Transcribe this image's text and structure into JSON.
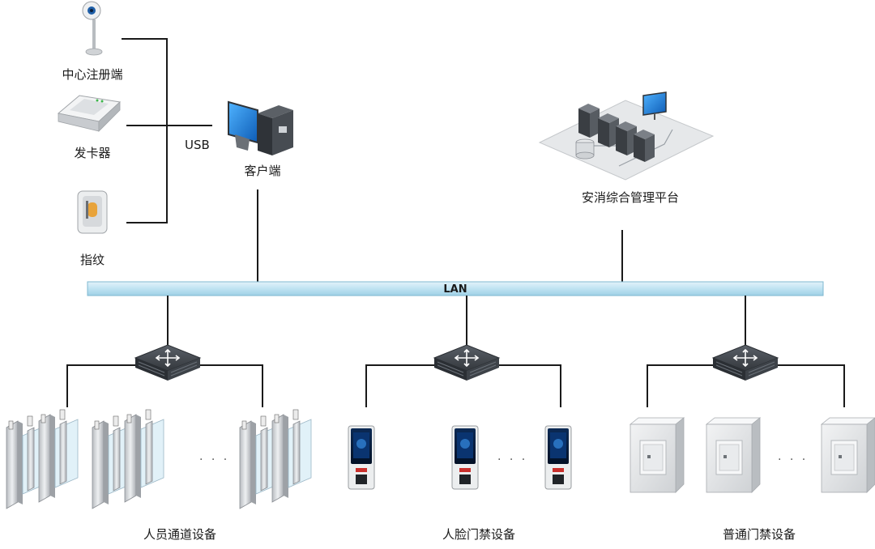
{
  "labels": {
    "center_registration": "中心注册端",
    "card_issuer": "发卡器",
    "fingerprint": "指纹",
    "usb": "USB",
    "client": "客户端",
    "platform": "安消综合管理平台",
    "lan": "LAN",
    "personnel_channel": "人员通道设备",
    "face_access": "人脸门禁设备",
    "normal_access": "普通门禁设备"
  },
  "ellipsis": "· · ·",
  "colors": {
    "lan_bar": "#bfe3f2",
    "lan_border": "#7fb8d0",
    "switch_body": "#3a3f45",
    "monitor_screen": "#1e88e5",
    "panel_gray": "#e8eaec"
  }
}
